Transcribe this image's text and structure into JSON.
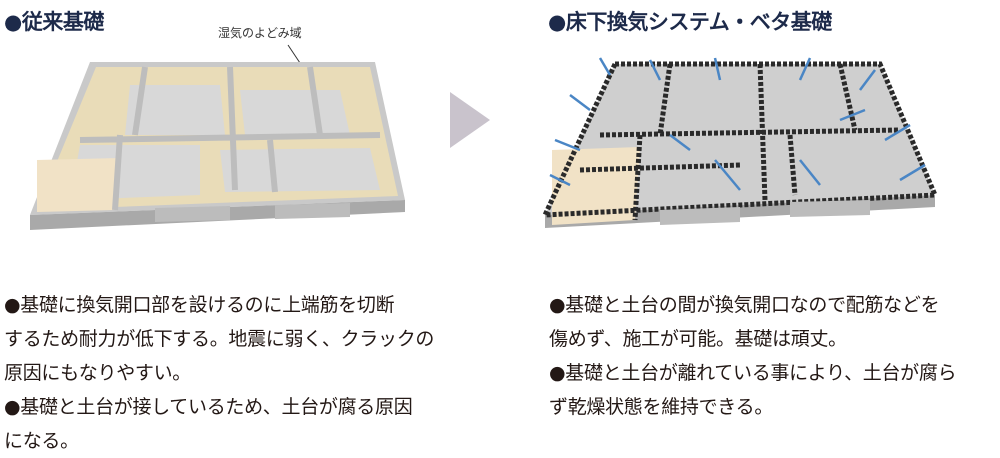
{
  "left": {
    "title": "●従来基礎",
    "annotation": "湿気のよどみ域",
    "lines": [
      "●基礎に換気開口部を設けるのに上端筋を切断",
      "するため耐力が低下する。地震に弱く、クラックの",
      "原因にもなりやすい。",
      "●基礎と土台が接しているため、土台が腐る原因",
      "になる。"
    ]
  },
  "right": {
    "title": "●床下換気システム・ベタ基礎",
    "lines": [
      "●基礎と土台の間が換気開口なので配筋などを",
      "傷めず、施工が可能。基礎は頑丈。",
      "●基礎と土台が離れている事により、土台が腐ら",
      "ず乾燥状態を維持できる。"
    ]
  },
  "colors": {
    "title": "#1d2a4a",
    "stagnant": "#e9dcb8",
    "concrete": "#d4d4d4",
    "arrow": "#4a86c5",
    "rebar": "#2a2a2a"
  }
}
